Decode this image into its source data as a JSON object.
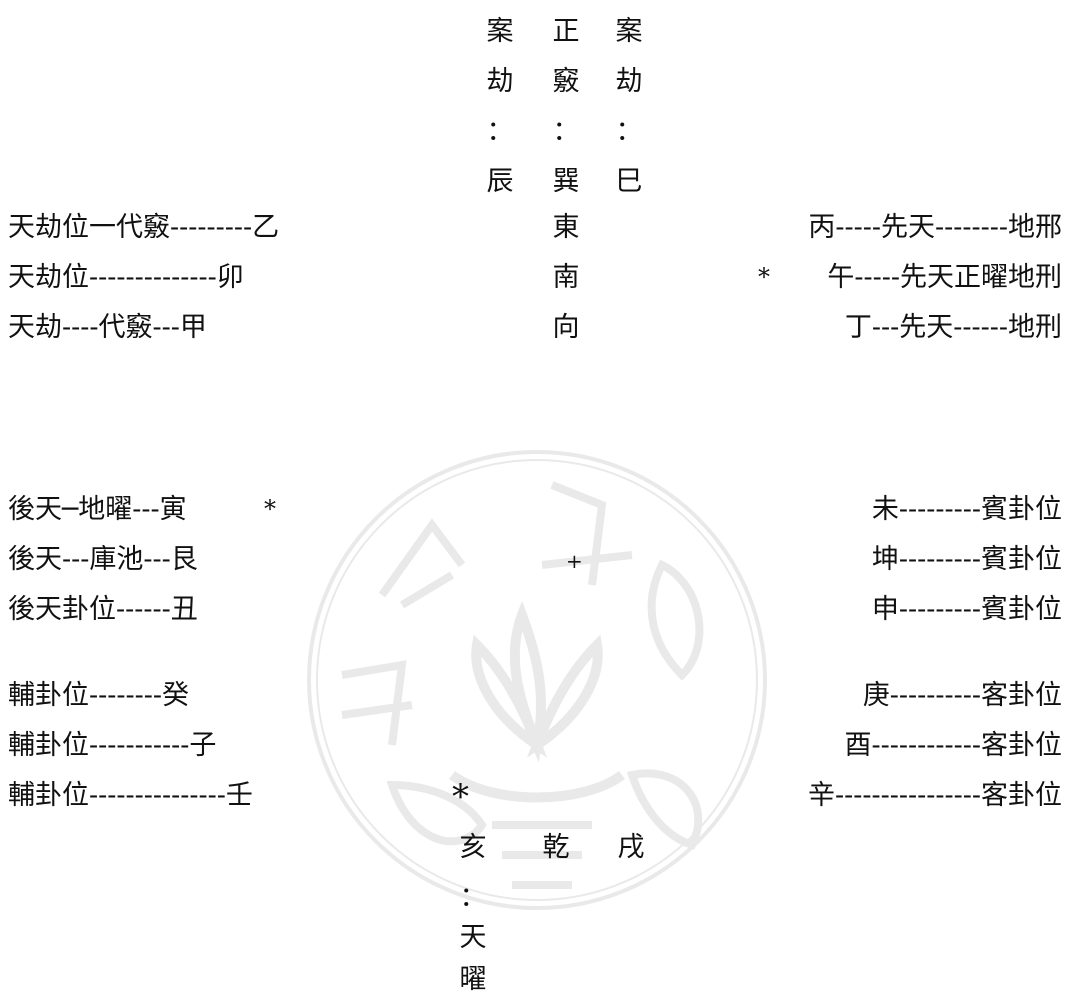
{
  "top": {
    "col1": [
      "案",
      "劫",
      "：",
      "辰"
    ],
    "col2": [
      "正",
      "竅",
      "：",
      "巽"
    ],
    "col3": [
      "案",
      "劫",
      "：",
      "巳"
    ]
  },
  "east": {
    "left": [
      "天劫位一代竅---------乙",
      "天劫位--------------卯",
      "天劫----代竅---甲"
    ],
    "center": [
      "東",
      "南",
      "向"
    ],
    "right": [
      "丙-----先天--------地邢",
      "午-----先天正曜地刑",
      "丁---先天------地刑"
    ],
    "right_marker": "*"
  },
  "middle": {
    "left": [
      "後天─地曜---寅",
      "後天---庫池---艮",
      "後天卦位------丑"
    ],
    "left_marker": "*",
    "center_marker": "+",
    "right": [
      "未---------賓卦位",
      "坤---------賓卦位",
      "申---------賓卦位"
    ]
  },
  "lower": {
    "left": [
      "輔卦位--------癸",
      "輔卦位-----------子",
      "輔卦位---------------壬"
    ],
    "right": [
      "庚----------客卦位",
      "酉------------客卦位",
      "辛----------------客卦位"
    ],
    "center_marker": "*"
  },
  "bottom": {
    "row": [
      "亥",
      "乾",
      "戌"
    ],
    "col": [
      "：",
      "天",
      "曜"
    ]
  },
  "colors": {
    "text": "#111111",
    "watermark": "#8a8a8a"
  }
}
